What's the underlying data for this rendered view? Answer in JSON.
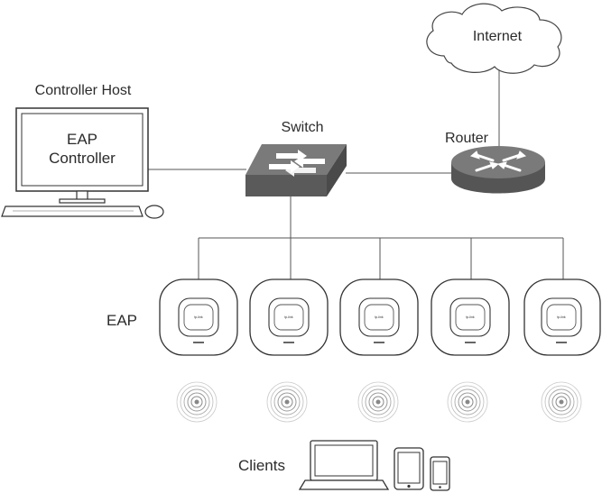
{
  "labels": {
    "internet": "Internet",
    "controller_host": "Controller Host",
    "controller_line1": "EAP",
    "controller_line2": "Controller",
    "switch": "Switch",
    "router": "Router",
    "eap": "EAP",
    "clients": "Clients"
  },
  "devices": {
    "access_points": [
      {
        "brand": "tp-link"
      },
      {
        "brand": "tp-link"
      },
      {
        "brand": "tp-link"
      },
      {
        "brand": "tp-link"
      },
      {
        "brand": "tp-link"
      }
    ],
    "client_devices": [
      "laptop-icon",
      "tablet-icon",
      "smartphone-icon"
    ]
  },
  "colors": {
    "line": "#555555",
    "device_gray": "#6e6e6e",
    "device_dark": "#4a4a4a",
    "outline": "#333333"
  }
}
